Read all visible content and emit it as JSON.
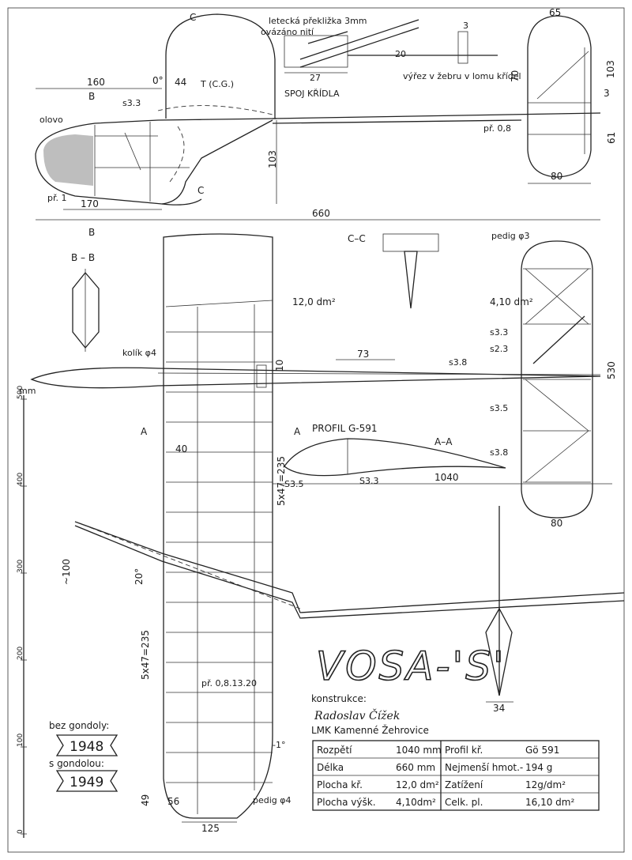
{
  "title": "VOSA-'S'",
  "credits": {
    "konstrukce_label": "konstrukce:",
    "designer_signature": "Radoslav Čížek",
    "club": "LMK Kamenné Žehrovice"
  },
  "versions": {
    "without_gondola_label": "bez gondoly:",
    "without_gondola_year": "1948",
    "with_gondola_label": "s gondolou:",
    "with_gondola_year": "1949"
  },
  "spec_table": [
    {
      "label": "Rozpětí",
      "value": "1040 mm",
      "label2": "Profil kř.",
      "value2": "Gö 591"
    },
    {
      "label": "Délka",
      "value": "660 mm",
      "label2": "Nejmenší hmot.-",
      "value2": "194 g"
    },
    {
      "label": "Plocha kř.",
      "value": "12,0 dm²",
      "label2": "Zatížení",
      "value2": "12g/dm²"
    },
    {
      "label": "Plocha výšk.",
      "value": "4,10dm²",
      "label2": "Celk. pl.",
      "value2": "16,10 dm²"
    }
  ],
  "sections": {
    "bb": "B – B",
    "cc": "C–C",
    "aa": "A–A",
    "profile": "PROFIL G-591",
    "wing_joint": "SPOJ KŘÍDLA"
  },
  "annotations": {
    "plywood": "letecká překližka 3mm",
    "wrapped_thread": "ovázáno nití",
    "rib_cut": "výřez v žebru v lomu křídel",
    "lead": "olovo",
    "cg": "T (C.G.)",
    "zero_deg": "0°",
    "s33": "s3.3",
    "s23": "s2.3",
    "s35": "s3.5",
    "s38": "s3.8",
    "s38b": "s3.8",
    "s35b": "S3.5",
    "s33b": "S3.3",
    "pr08": "př. 0,8",
    "pr1": "př. 1",
    "wire": "př. 0,8.13.20",
    "kolik": "kolík φ4",
    "pedig3": "pedig φ3",
    "pedig4": "pedig φ4",
    "wing_area": "12,0 dm²",
    "stab_area": "4,10 dm²",
    "angle_dihedral": "20°",
    "angle_incidence": "-1°",
    "spacing": "5x47=235",
    "spacing2": "5x47=235"
  },
  "dimensions": {
    "d160": "160",
    "d44": "44",
    "d170": "170",
    "d103": "103",
    "d660": "660",
    "d65": "65",
    "d103b": "103",
    "d70": "70",
    "d61": "61",
    "d80": "80",
    "d3": "3",
    "d3b": "3",
    "d27": "27",
    "d20": "20",
    "d73": "73",
    "d10": "10",
    "d40": "40",
    "d1040": "1040",
    "d530": "530",
    "d80b": "80",
    "d100": "~100",
    "d49": "49",
    "d56": "56",
    "d125": "125",
    "d34": "34"
  },
  "cuts": {
    "b": "B",
    "c": "C",
    "a": "A"
  },
  "scale": {
    "unit": "mm",
    "ticks": [
      "0",
      "100",
      "200",
      "300",
      "400",
      "500"
    ]
  }
}
